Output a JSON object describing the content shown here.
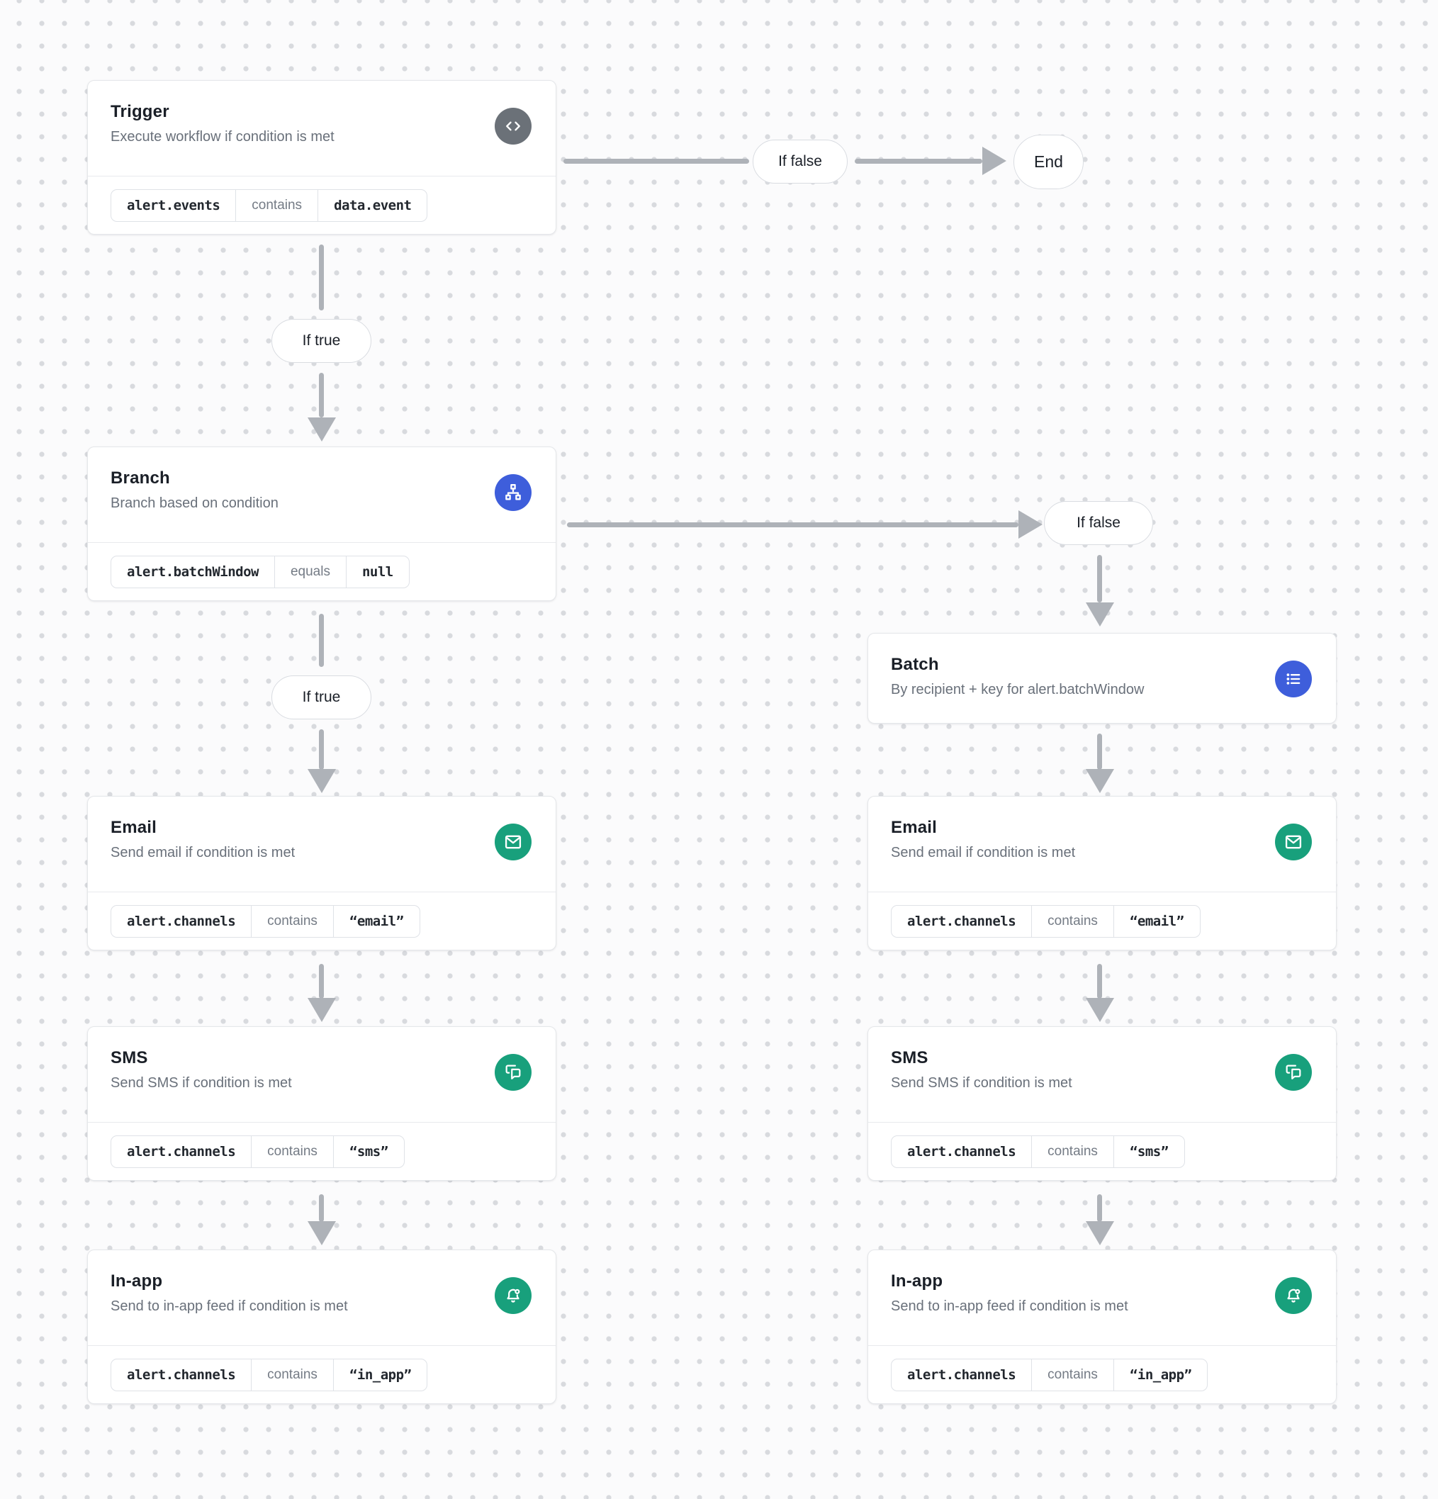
{
  "canvas": {
    "background_color": "#fbfbfc",
    "dot_color": "#d8dade"
  },
  "colors": {
    "node_blue": "#3e5edb",
    "node_green": "#18a07c",
    "node_gray": "#6b7178",
    "arrow_gray": "#aeb2b8",
    "title_text": "#1a1f27",
    "subtitle_text": "#69707a"
  },
  "labels": {
    "if_true": "If true",
    "if_false": "If false",
    "end": "End"
  },
  "nodes": {
    "trigger": {
      "title": "Trigger",
      "subtitle": "Execute workflow if condition is met",
      "icon": "code-icon",
      "condition": {
        "field": "alert.events",
        "operator": "contains",
        "value": "data.event"
      }
    },
    "branch": {
      "title": "Branch",
      "subtitle": "Branch based on condition",
      "icon": "sitemap-icon",
      "condition": {
        "field": "alert.batchWindow",
        "operator": "equals",
        "value": "null"
      }
    },
    "batch": {
      "title": "Batch",
      "subtitle": "By recipient + key for alert.batchWindow",
      "icon": "list-icon"
    },
    "email": {
      "title": "Email",
      "subtitle": "Send email if condition is met",
      "icon": "envelope-icon",
      "condition": {
        "field": "alert.channels",
        "operator": "contains",
        "value": "“email”"
      }
    },
    "sms": {
      "title": "SMS",
      "subtitle": "Send SMS if condition is met",
      "icon": "chat-bubbles-icon",
      "condition": {
        "field": "alert.channels",
        "operator": "contains",
        "value": "“sms”"
      }
    },
    "in_app": {
      "title": "In-app",
      "subtitle": "Send to in-app feed if condition is met",
      "icon": "bell-feed-icon",
      "condition": {
        "field": "alert.channels",
        "operator": "contains",
        "value": "“in_app”"
      }
    }
  }
}
